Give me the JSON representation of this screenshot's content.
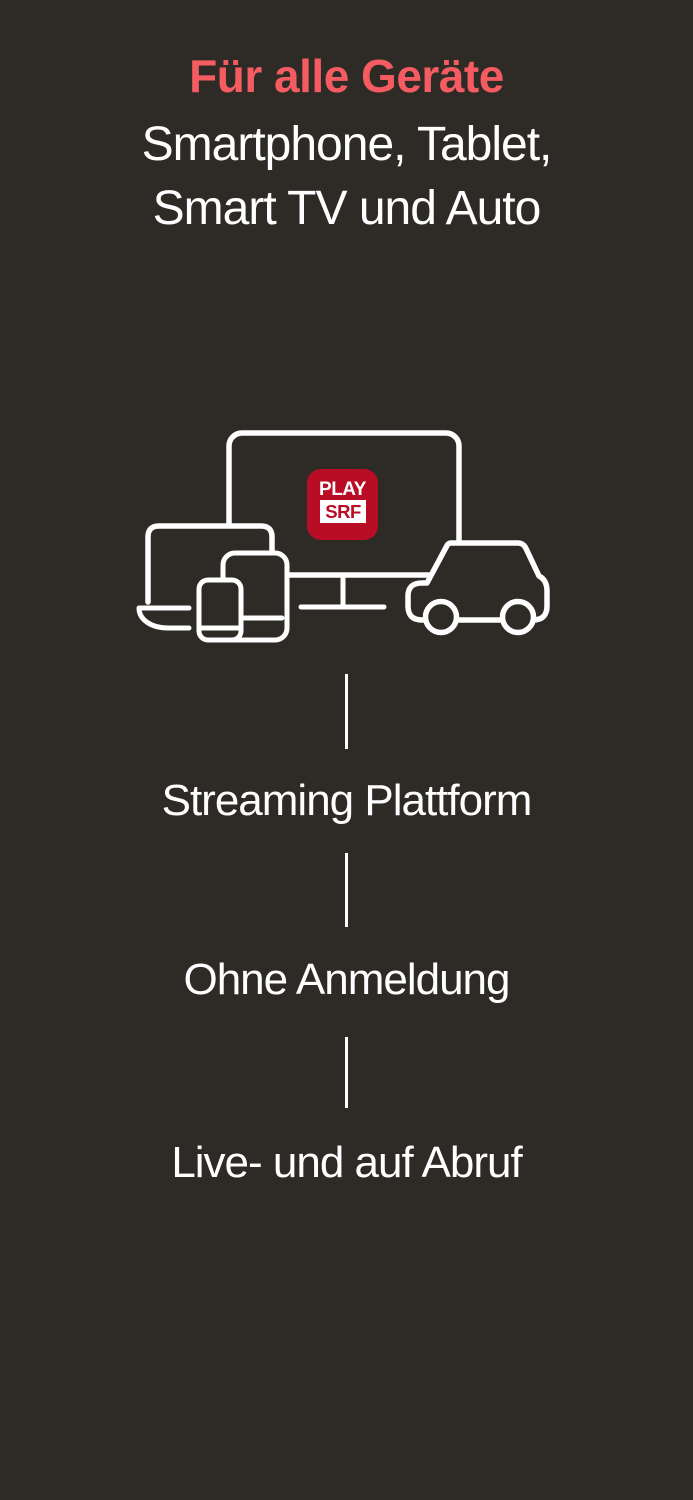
{
  "colors": {
    "background": "#2e2b27",
    "accent_red": "#f55c61",
    "logo_red": "#b90d26",
    "text_white": "#ffffff"
  },
  "header": {
    "title": "Für alle Geräte",
    "subtitle_line1": "Smartphone, Tablet,",
    "subtitle_line2": "Smart TV und Auto"
  },
  "illustration": {
    "logo": {
      "app_name": "PLAY",
      "brand": "SRF"
    },
    "devices": [
      "smart-tv",
      "laptop",
      "tablet",
      "smartphone",
      "car"
    ]
  },
  "features": [
    {
      "label": "Streaming Plattform"
    },
    {
      "label": "Ohne Anmeldung"
    },
    {
      "label": "Live- und auf Abruf"
    }
  ]
}
